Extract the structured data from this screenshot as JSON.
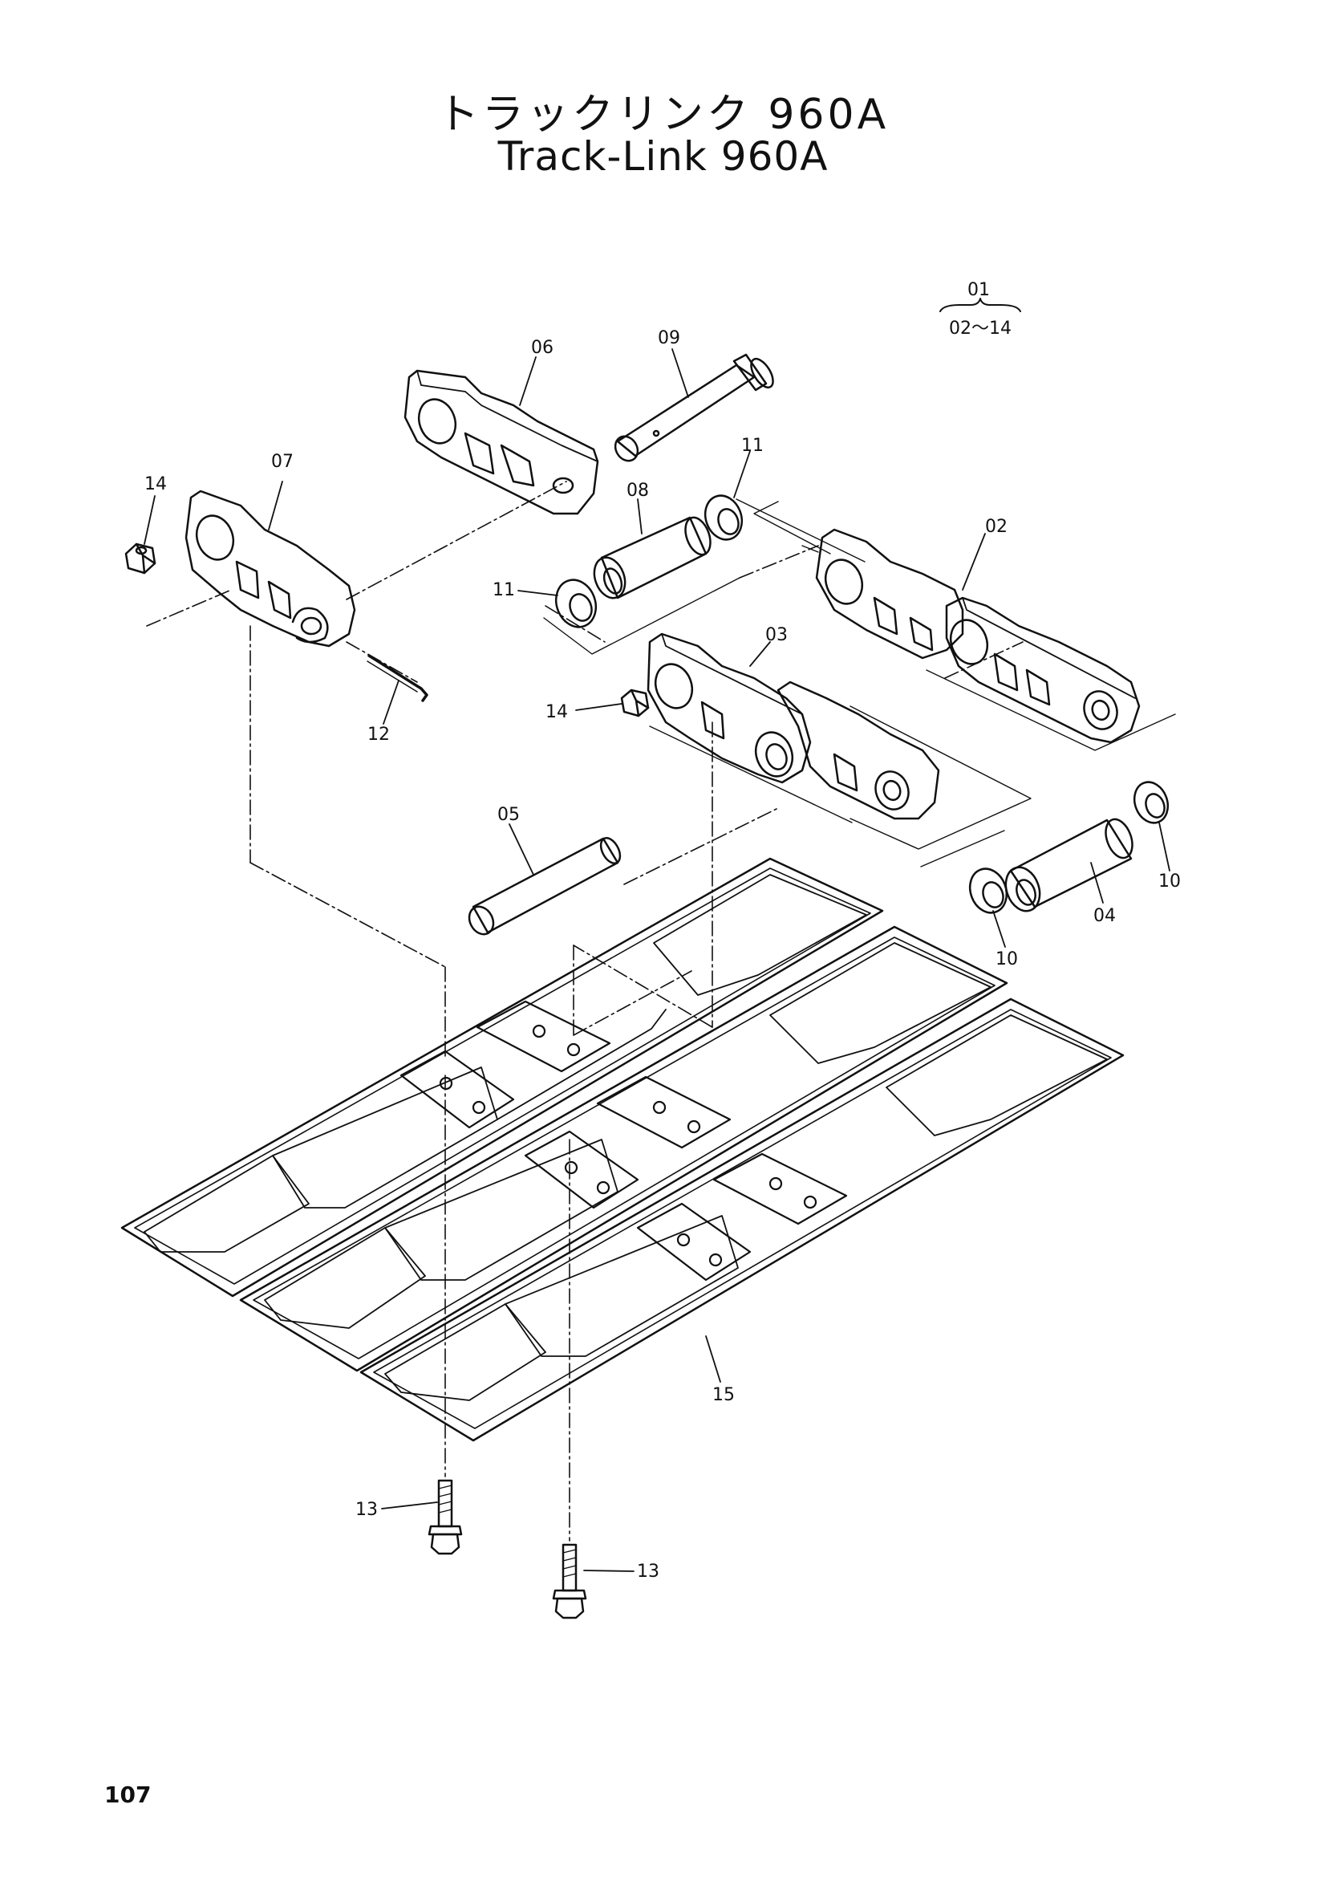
{
  "title": {
    "ja": "トラックリンク 960A",
    "en": "Track-Link 960A"
  },
  "assembly_note": {
    "top": "01",
    "bottom": "02～14"
  },
  "page_number": "107",
  "parts": {
    "p02": "02",
    "p03": "03",
    "p04": "04",
    "p05": "05",
    "p06": "06",
    "p07": "07",
    "p08": "08",
    "p09": "09",
    "p10a": "10",
    "p10b": "10",
    "p11a": "11",
    "p11b": "11",
    "p12": "12",
    "p13a": "13",
    "p13b": "13",
    "p14a": "14",
    "p14b": "14",
    "p15": "15"
  }
}
